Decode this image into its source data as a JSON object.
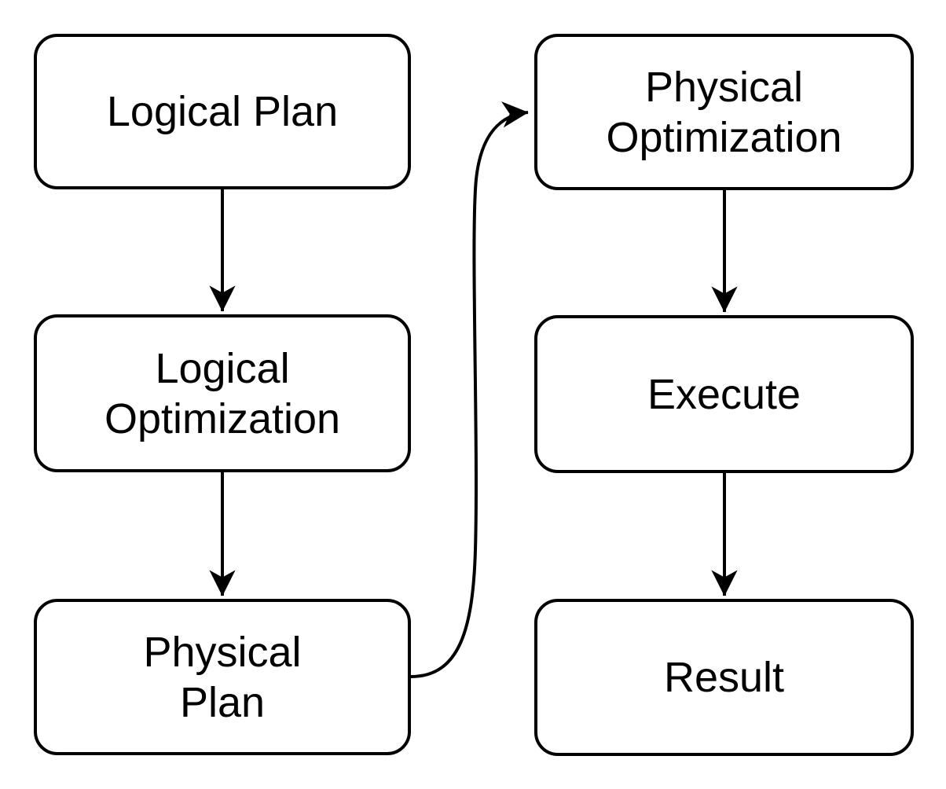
{
  "diagram": {
    "nodes": [
      {
        "id": "logical-plan",
        "line1": "Logical Plan",
        "line2": ""
      },
      {
        "id": "logical-optimization",
        "line1": "Logical",
        "line2": "Optimization"
      },
      {
        "id": "physical-plan",
        "line1": "Physical",
        "line2": "Plan"
      },
      {
        "id": "physical-optimization",
        "line1": "Physical",
        "line2": "Optimization"
      },
      {
        "id": "execute",
        "line1": "Execute",
        "line2": ""
      },
      {
        "id": "result",
        "line1": "Result",
        "line2": ""
      }
    ],
    "edges": [
      {
        "from": "logical-plan",
        "to": "logical-optimization"
      },
      {
        "from": "logical-optimization",
        "to": "physical-plan"
      },
      {
        "from": "physical-plan",
        "to": "physical-optimization"
      },
      {
        "from": "physical-optimization",
        "to": "execute"
      },
      {
        "from": "execute",
        "to": "result"
      }
    ],
    "colors": {
      "node_fill": "#ffffff",
      "node_stroke": "#000000",
      "text": "#000000",
      "arrow": "#000000",
      "background": "#ffffff"
    }
  }
}
